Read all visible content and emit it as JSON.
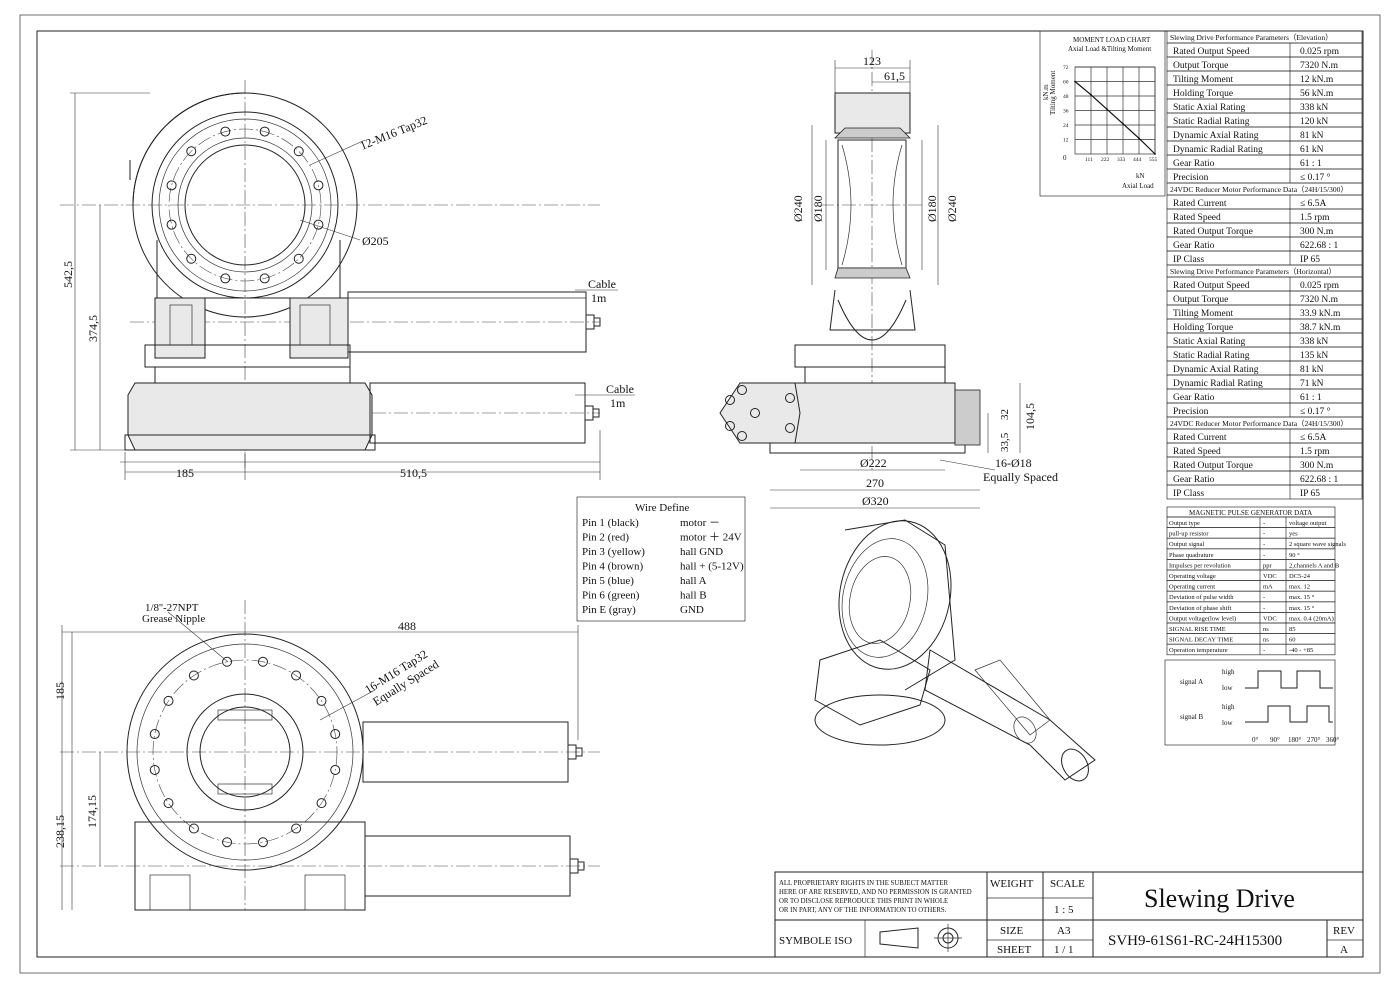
{
  "views": {
    "front": {
      "bolt_callout": "12-M16  Tap32",
      "bolt_circle": "Ø205",
      "dim_height_total": "542,5",
      "dim_height_center": "374,5",
      "dim_width_left": "185",
      "dim_width_right": "510,5",
      "cable_label": "Cable",
      "cable_length": "1m"
    },
    "side": {
      "dim_top": "123",
      "dim_top_half": "61,5",
      "dia_240_left": "Ø240",
      "dia_180_left": "Ø180",
      "dia_180_right": "Ø180",
      "dia_240_right": "Ø240",
      "dim_33_5": "33,5",
      "dim_32": "32",
      "dim_104_5": "104,5",
      "dia_222": "Ø222",
      "dim_270": "270",
      "dia_320": "Ø320",
      "holes_callout": "16-Ø18",
      "holes_spacing": "Equally Spaced"
    },
    "bottom": {
      "grease_callout": "1/8''-27NPT",
      "grease_label": "Grease Nipple",
      "dim_width": "488",
      "bolt_callout": "16-M16 Tap32",
      "bolt_spacing": "Equally Spaced",
      "dim_185": "185",
      "dim_238_15": "238,15",
      "dim_174_15": "174,15"
    }
  },
  "wire_define": {
    "title": "Wire Define",
    "rows": [
      [
        "Pin 1  (black)",
        "motor －"
      ],
      [
        "Pin 2  (red)",
        "motor ＋  24V"
      ],
      [
        "Pin 3  (yellow)",
        "hall GND"
      ],
      [
        "Pin 4  (brown)",
        "hall + (5-12V)"
      ],
      [
        "Pin 5  (blue)",
        " hall A"
      ],
      [
        "Pin 6  (green)",
        " hall B"
      ],
      [
        "Pin E  (gray)",
        " GND"
      ]
    ]
  },
  "moment_chart": {
    "title": "MOMENT LOAD CHART",
    "subtitle": "Axial Load &Tilting Moment",
    "y_unit": "kN.m",
    "y_label": "Tilting Moment",
    "x_unit": "kN",
    "x_label": "Axial Load",
    "origin_label": "0"
  },
  "chart_data": {
    "type": "line",
    "title": "MOMENT LOAD CHART",
    "subtitle": "Axial Load &Tilting Moment",
    "xlabel": "Axial Load",
    "ylabel": "Tilting Moment",
    "x_ticks": [
      "111",
      "222",
      "333",
      "444",
      "555"
    ],
    "y_ticks": [
      "12",
      "24",
      "36",
      "48",
      "60",
      "72"
    ],
    "xlim": [
      0,
      555
    ],
    "ylim": [
      0,
      72
    ],
    "grid": true,
    "series": [
      {
        "x": [
          0,
          111,
          222,
          333,
          444,
          555
        ],
        "y": [
          60,
          49,
          37,
          25,
          13,
          0
        ]
      }
    ]
  },
  "perf_tables": [
    {
      "title": "Slewing Drive Performance Parameters（Elevation）",
      "rows": [
        [
          "Rated Output Speed",
          "0.025 rpm"
        ],
        [
          "Output Torque",
          "7320 N.m"
        ],
        [
          "Tilting Moment",
          "12 kN.m"
        ],
        [
          "Holding Torque",
          "56 kN.m"
        ],
        [
          "Static Axial Rating",
          "338 kN"
        ],
        [
          "Static Radial Rating",
          "120 kN"
        ],
        [
          "Dynamic Axial Rating",
          "81 kN"
        ],
        [
          "Dynamic Radial Rating",
          "61 kN"
        ],
        [
          "Gear Ratio",
          "61 : 1"
        ],
        [
          "Precision",
          "≤ 0.17 °"
        ]
      ]
    },
    {
      "title": "24VDC Reducer Motor Performance Data（24H/15/300）",
      "rows": [
        [
          "Rated Current",
          "≤ 6.5A"
        ],
        [
          "Rated Speed",
          "1.5 rpm"
        ],
        [
          "Rated Output Torque",
          "300 N.m"
        ],
        [
          "Gear Ratio",
          "622.68 : 1"
        ],
        [
          "IP Class",
          "IP 65"
        ]
      ]
    },
    {
      "title": "Slewing Drive Performance Parameters（Horizontal）",
      "rows": [
        [
          "Rated Output Speed",
          "0.025 rpm"
        ],
        [
          "Output Torque",
          "7320 N.m"
        ],
        [
          "Tilting Moment",
          "33.9 kN.m"
        ],
        [
          "Holding Torque",
          "38.7 kN.m"
        ],
        [
          "Static Axial Rating",
          "338 kN"
        ],
        [
          "Static Radial Rating",
          "135 kN"
        ],
        [
          "Dynamic Axial Rating",
          "81 kN"
        ],
        [
          "Dynamic Radial Rating",
          "71 kN"
        ],
        [
          "Gear Ratio",
          "61 : 1"
        ],
        [
          "Precision",
          "≤ 0.17 °"
        ]
      ]
    },
    {
      "title": "24VDC Reducer Motor Performance Data（24H/15/300）",
      "rows": [
        [
          "Rated Current",
          "≤ 6.5A"
        ],
        [
          "Rated Speed",
          "1.5 rpm"
        ],
        [
          "Rated Output Torque",
          "300 N.m"
        ],
        [
          "Gear Ratio",
          "622.68 : 1"
        ],
        [
          "IP Class",
          "IP 65"
        ]
      ]
    }
  ],
  "pulse_table": {
    "title": "MAGNETIC PULSE GENERATOR DATA",
    "rows": [
      [
        "Output type",
        "-",
        "voltage output"
      ],
      [
        "pull-up resistor",
        "-",
        "yes"
      ],
      [
        "Output signal",
        "-",
        "2 square wave signals"
      ],
      [
        "Phase quadrature",
        "-",
        "90 °"
      ],
      [
        "Impulses per revolution",
        "ppr",
        "2,channels A and B"
      ],
      [
        "Operating voltage",
        "VDC",
        "DC5-24"
      ],
      [
        "Operating current",
        "mA",
        "max. 12"
      ],
      [
        "Deviation of pulse width",
        "-",
        "max. 15 °"
      ],
      [
        "Deviation of phase shift",
        "-",
        "max. 15 °"
      ],
      [
        "Output voltage(low level)",
        "VDC",
        "max. 0.4 (20mA)"
      ],
      [
        "SIGNAL RISE TIME",
        "ns",
        "85"
      ],
      [
        "SIGNAL DECAY TIME",
        "ns",
        "60"
      ],
      [
        "Operation temperature",
        "-",
        "-40 - +85"
      ]
    ]
  },
  "signal_diagram": {
    "signal_a": "signal A",
    "signal_b": "signal B",
    "high": "high",
    "low": "low",
    "phase_ticks": [
      "0°",
      "90°",
      "180°",
      "270°",
      "360°"
    ]
  },
  "title_block": {
    "rights_text": [
      "ALL PROPRIETARY RIGHTS IN THE SUBJECT MATTER",
      "HERE OF ARE RESERVED, AND NO PERMISSION IS GRANTED",
      "OR TO DISCLOSE REPRODUCE THIS PRINT IN WHOLE",
      "OR IN PART, ANY OF THE INFORMATION TO OTHERS."
    ],
    "weight_label": "WEIGHT",
    "scale_label": "SCALE",
    "scale_value": "1 : 5",
    "symbol_label": "SYMBOLE ISO",
    "size_label": "SIZE",
    "size_value": "A3",
    "sheet_label": "SHEET",
    "sheet_value": "1 / 1",
    "drawing_title": "Slewing Drive",
    "part_number": "SVH9-61S61-RC-24H15300",
    "rev_label": "REV",
    "rev_value": "A"
  }
}
